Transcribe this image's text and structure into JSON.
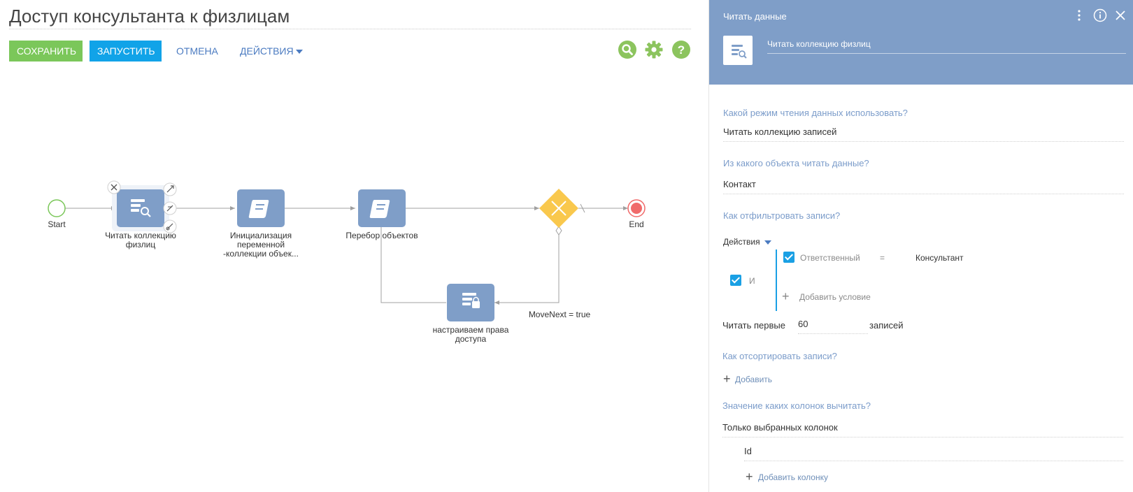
{
  "page": {
    "title": "Доступ консультанта к физлицам",
    "toolbar": {
      "save_label": "Сохранить",
      "run_label": "Запустить",
      "cancel_label": "Отмена",
      "actions_label": "Действия"
    },
    "icons": {
      "search": "search-icon",
      "settings": "gear-icon",
      "help": "help-icon"
    },
    "colors": {
      "save": "#7bc75a",
      "run": "#11a3e8",
      "task": "#7f9ec8",
      "gateway": "#f9c84d",
      "start": "#7bc75a",
      "end": "#f06a6a",
      "link": "#4b7bc1"
    }
  },
  "diagram": {
    "start_label": "Start",
    "end_label": "End",
    "read_task_label": "Читать коллекцию физлиц",
    "init_task_label": "Инициализация переменной -коллекции объек...",
    "iterate_task_label": "Перебор объектов",
    "rights_task_label": "настраиваем права доступа",
    "flow_condition_label": "MoveNext = true"
  },
  "panel": {
    "title": "Читать данные",
    "element_name": "Читать коллекцию физлиц",
    "q_mode": "Какой режим чтения данных использовать?",
    "mode_value": "Читать коллекцию записей",
    "q_object": "Из какого объекта читать данные?",
    "object_value": "Контакт",
    "q_filter": "Как отфильтровать записи?",
    "filter_actions_label": "Действия",
    "filter_group_label": "И",
    "filter_column": "Ответственный",
    "filter_operator": "=",
    "filter_value": "Консультант",
    "add_condition_label": "Добавить условие",
    "read_first_label": "Читать первые",
    "read_first_value": "60",
    "records_label": "записей",
    "q_sort": "Как отсортировать записи?",
    "add_sort_label": "Добавить",
    "q_columns": "Значение каких колонок вычитать?",
    "columns_mode": "Только выбранных колонок",
    "column_1": "Id",
    "add_column_label": "Добавить колонку"
  }
}
